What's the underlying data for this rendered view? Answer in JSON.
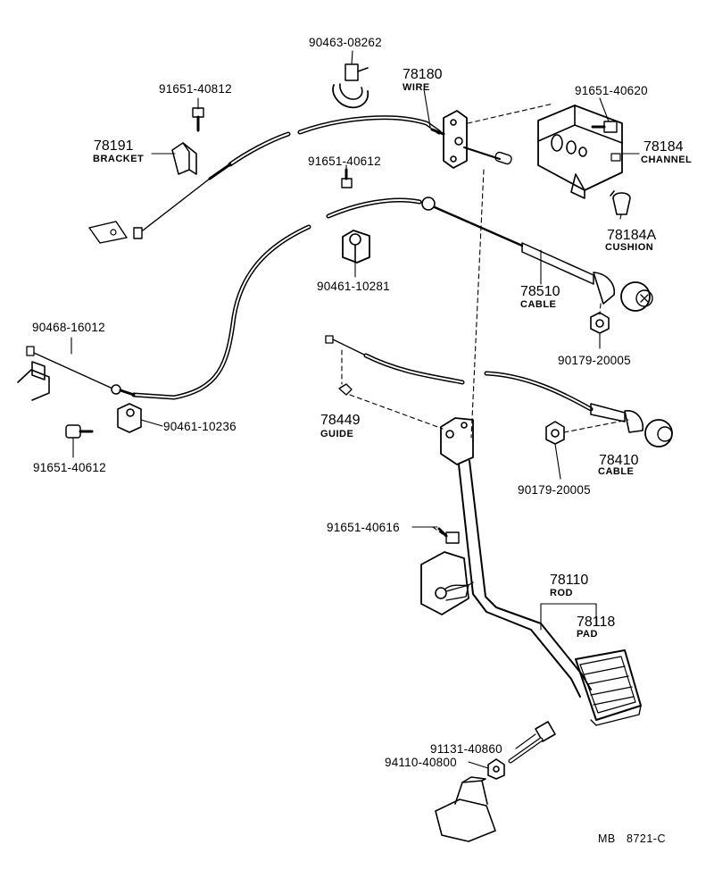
{
  "labels": {
    "p90463_08262": "90463-08262",
    "p78180": "78180",
    "p78180_sub": "WIRE",
    "p91651_40812": "91651-40812",
    "p91651_40620": "91651-40620",
    "p78191": "78191",
    "p78191_sub": "BRACKET",
    "p78184": "78184",
    "p78184_sub": "CHANNEL",
    "p91651_40612_top": "91651-40612",
    "p78184A": "78184A",
    "p78184A_sub": "CUSHION",
    "p90461_10281": "90461-10281",
    "p78510": "78510",
    "p78510_sub": "CABLE",
    "p90468_16012": "90468-16012",
    "p90179_20005_a": "90179-20005",
    "p78449": "78449",
    "p78449_sub": "GUIDE",
    "p90461_10236": "90461-10236",
    "p78410": "78410",
    "p78410_sub": "CABLE",
    "p91651_40612_left": "91651-40612",
    "p90179_20005_b": "90179-20005",
    "p91651_40616": "91651-40616",
    "p78110": "78110",
    "p78110_sub": "ROD",
    "p78118": "78118",
    "p78118_sub": "PAD",
    "p91131_40860": "91131-40860",
    "p94110_40800": "94110-40800",
    "code_mb": "MB",
    "code_ref": "8721-C"
  }
}
